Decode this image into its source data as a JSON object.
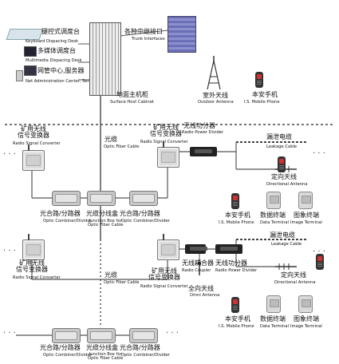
{
  "top": {
    "keyboard_desk_zh": "键控式调度台",
    "keyboard_desk_en": "Keyboard Dispacing Desk",
    "multimedia_desk_zh": "多媒体调度台",
    "multimedia_desk_en": "Multimedia Dispacing Desk",
    "admin_zh": "网管中心,服务器",
    "admin_en": "Net Administration Center, Server",
    "trunk_zh": "各种中继接口",
    "trunk_en": "Trunk Interfaces",
    "cabinet_zh": "地面主机柜",
    "cabinet_en": "Surface Host Cabinet",
    "outdoor_antenna_zh": "室外天线",
    "outdoor_antenna_en": "Outdoor Antenna",
    "phone_zh": "本安手机",
    "phone_en": "I.S. Mobile Phone"
  },
  "fiber": {
    "label_zh": "光缆",
    "label_en": "Optic Fiber Cable"
  },
  "devices": {
    "converter_zh_1": "矿用无线",
    "converter_zh_2": "信号变换器",
    "converter_en": "Radio Signal Converter",
    "converter_zh": "矿用无线信号变换器",
    "power_divider_zh": "无线功分器",
    "power_divider_en": "Radio Power Divider",
    "leakage_zh": "漏泄电缆",
    "leakage_en": "Leakage Cable",
    "directional_zh": "定向天线",
    "directional_en": "Directional Antenna",
    "combiner_zh": "光合路/分路器",
    "combiner_en": "Optic Combiner/Divider",
    "junction_zh": "光缆分线盒",
    "junction_en_1": "Junction Box for",
    "junction_en_2": "Optic Fiber Cable",
    "phone_zh": "本安手机",
    "phone_en": "I.S. Mobile Phone",
    "data_zh": "数据终端",
    "data_en": "Data Terminal",
    "image_zh": "图象终端",
    "image_en": "Image Terminal",
    "coupler_zh": "无线耦合器",
    "coupler_en": "Radio Coupler",
    "omni_zh": "全向天线",
    "omni_en": "Omni Antenna"
  }
}
